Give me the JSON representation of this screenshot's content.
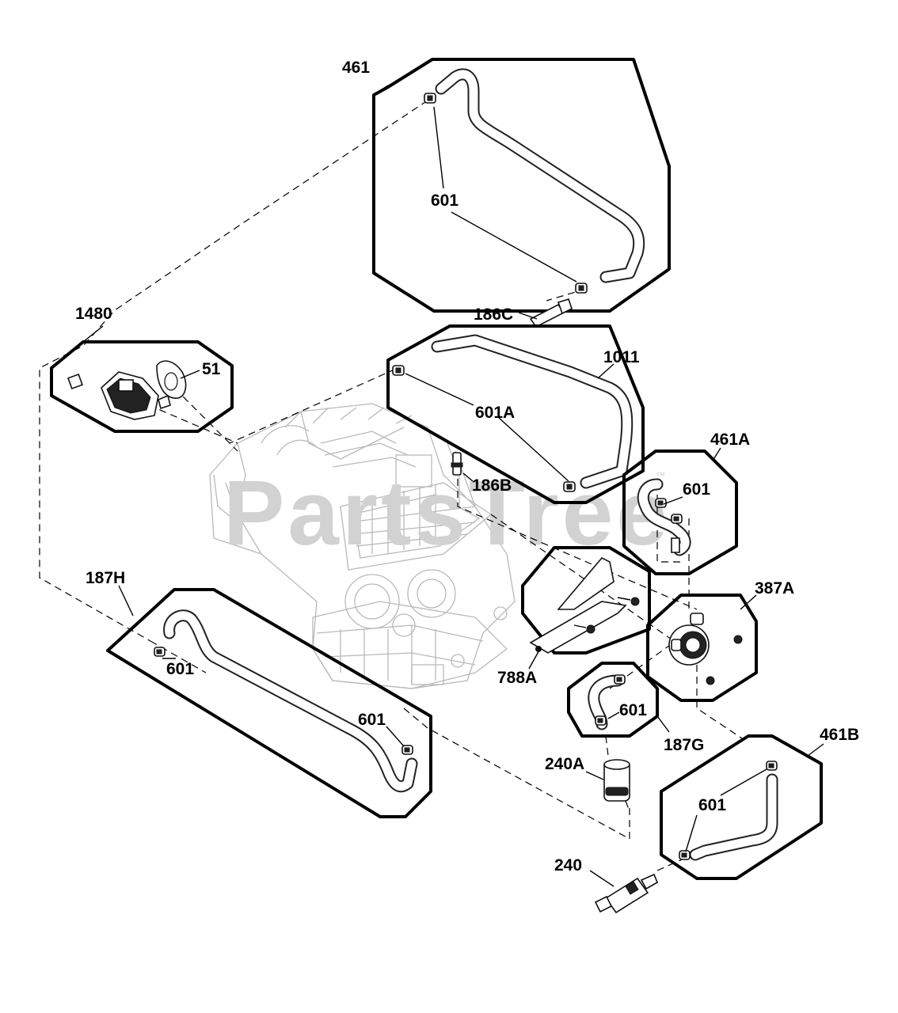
{
  "watermark": {
    "text": "PartsTree",
    "trademark": "™"
  },
  "labels": {
    "l461": "461",
    "l601_top": "601",
    "l186C": "186C",
    "l1480": "1480",
    "l51": "51",
    "l1011": "1011",
    "l601A": "601A",
    "l186B": "186B",
    "l461A": "461A",
    "l601_461A": "601",
    "l387A": "387A",
    "l187H": "187H",
    "l601_187H_left": "601",
    "l601_187H_right": "601",
    "l788A": "788A",
    "l601_187G": "601",
    "l187G": "187G",
    "l240A": "240A",
    "l461B": "461B",
    "l601_461B": "601",
    "l240": "240"
  },
  "colors": {
    "line": "#000000",
    "engine": "#b9b9b9",
    "watermark": "#d2d2d2",
    "background": "#ffffff"
  }
}
